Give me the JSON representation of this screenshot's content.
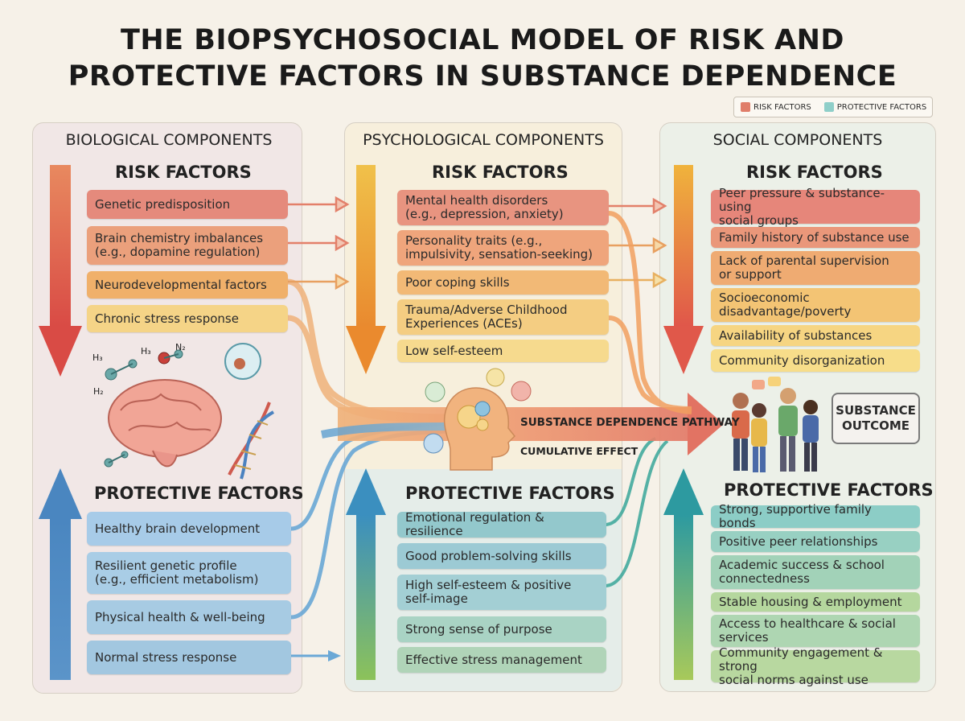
{
  "title": {
    "line1": "THE BIOPSYCHOSOCIAL MODEL OF RISK AND",
    "line2": "PROTECTIVE FACTORS IN SUBSTANCE DEPENDENCE"
  },
  "legend": {
    "risk": "RISK FACTORS",
    "protective": "PROTECTIVE FACTORS",
    "risk_color": "#e07e6a",
    "protective_color": "#8fcfc9"
  },
  "biological": {
    "heading": "BIOLOGICAL COMPONENTS",
    "risk_heading": "RISK FACTORS",
    "risk": [
      "Genetic predisposition",
      "Brain chemistry imbalances\n(e.g., dopamine regulation)",
      "Neurodevelopmental factors",
      "Chronic stress response"
    ],
    "molecule_labels": [
      "H₃",
      "H₃",
      "N₂",
      "H₂"
    ],
    "protective_heading": "PROTECTIVE FACTORS",
    "protective": [
      "Healthy brain development",
      "Resilient genetic profile\n(e.g., efficient metabolism)",
      "Physical health & well-being",
      "Normal stress response"
    ]
  },
  "psychological": {
    "heading": "PSYCHOLOGICAL COMPONENTS",
    "risk_heading": "RISK FACTORS",
    "risk": [
      "Mental health disorders\n(e.g., depression, anxiety)",
      "Personality traits (e.g.,\nimpulsivity, sensation-seeking)",
      "Poor coping skills",
      "Trauma/Adverse Childhood\nExperiences (ACEs)",
      "Low self-esteem"
    ],
    "protective_heading": "PROTECTIVE FACTORS",
    "protective": [
      "Emotional regulation & resilience",
      "Good problem-solving skills",
      "High self-esteem & positive\nself-image",
      "Strong sense of purpose",
      "Effective stress management"
    ]
  },
  "social": {
    "heading": "SOCIAL COMPONENTS",
    "risk_heading": "RISK FACTORS",
    "risk": [
      "Peer pressure & substance-using\nsocial groups",
      "Family history of substance use",
      "Lack of parental supervision\nor support",
      "Socioeconomic\ndisadvantage/poverty",
      "Availability of substances",
      "Community disorganization"
    ],
    "protective_heading": "PROTECTIVE FACTORS",
    "protective": [
      "Strong, supportive family bonds",
      "Positive peer relationships",
      "Academic success & school\nconnectedness",
      "Stable housing & employment",
      "Access to healthcare & social\nservices",
      "Community engagement & strong\nsocial norms against use"
    ]
  },
  "pathway": {
    "label": "SUBSTANCE DEPENDENCE PATHWAY",
    "cumulative": "CUMULATIVE EFFECT",
    "outcome": "SUBSTANCE\nOUTCOME"
  }
}
